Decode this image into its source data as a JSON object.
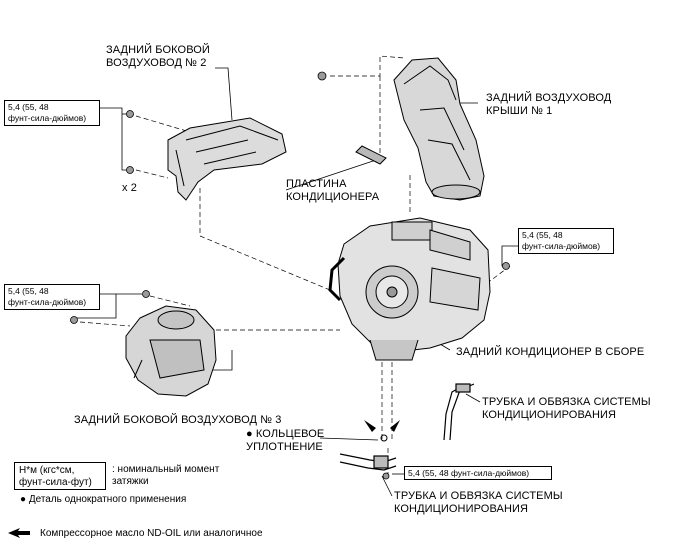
{
  "labels": {
    "side_duct_2": "ЗАДНИЙ БОКОВОЙ\nВОЗДУХОВОД № 2",
    "roof_duct_1": "ЗАДНИЙ ВОЗДУХОВОД\nКРЫШИ № 1",
    "ac_plate": "ПЛАСТИНА\nКОНДИЦИОНЕРА",
    "rear_ac_assy": "ЗАДНИЙ КОНДИЦИОНЕР В СБОРЕ",
    "pipe_1": "ТРУБКА И ОБВЯЗКА СИСТЕМЫ\nКОНДИЦИОНИРОВАНИЯ",
    "pipe_2": "ТРУБКА И ОБВЯЗКА СИСТЕМЫ\nКОНДИЦИОНИРОВАНИЯ",
    "side_duct_3": "ЗАДНИЙ БОКОВОЙ ВОЗДУХОВОД № 3",
    "o_ring": "● КОЛЬЦЕВОЕ\nУПЛОТНЕНИЕ",
    "times_two": "x 2"
  },
  "torque": {
    "top_left": "5,4 (55, 48\nфунт-сила-дюймов)",
    "right": "5,4 (55, 48\nфунт-сила-дюймов)",
    "mid_left": "5,4 (55, 48\nфунт-сила-дюймов)",
    "bottom": "5,4 (55, 48 фунт-сила-дюймов)"
  },
  "legend": {
    "unit_box": "Н*м (кгс*см,\nфунт-сила-фут)",
    "unit_desc": ": номинальный момент\nзатяжки",
    "single_use": "● Деталь однократного применения",
    "oil": "Компрессорное масло ND-OIL или аналогичное"
  }
}
